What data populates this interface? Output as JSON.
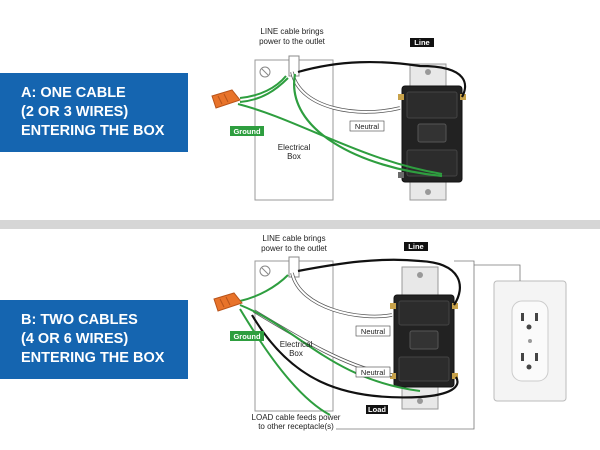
{
  "panel_a": {
    "banner_lines": [
      "A: ONE CABLE",
      "(2 OR 3 WIRES)",
      "ENTERING THE BOX"
    ],
    "line_note": [
      "LINE cable brings",
      "power to the outlet"
    ],
    "line_tag": "Line",
    "neutral_tag": "Neutral",
    "ground_tag": "Ground",
    "box_label": [
      "Electrical",
      "Box"
    ]
  },
  "panel_b": {
    "banner_lines": [
      "B: TWO CABLES",
      "(4 OR 6 WIRES)",
      "ENTERING THE BOX"
    ],
    "line_note": [
      "LINE cable brings",
      "power to the outlet"
    ],
    "line_tag": "Line",
    "neutral_tag_1": "Neutral",
    "neutral_tag_2": "Neutral",
    "ground_tag": "Ground",
    "load_tag": "Load",
    "box_label": [
      "Electrical",
      "Box"
    ],
    "load_note": [
      "LOAD cable feeds power",
      "to other receptacle(s)"
    ]
  },
  "colors": {
    "banner": "#1565b0",
    "ground_wire": "#2e9e3f",
    "line_wire": "#111111",
    "neutral_wire": "#ffffff",
    "wire_nut": "#e8732a"
  }
}
